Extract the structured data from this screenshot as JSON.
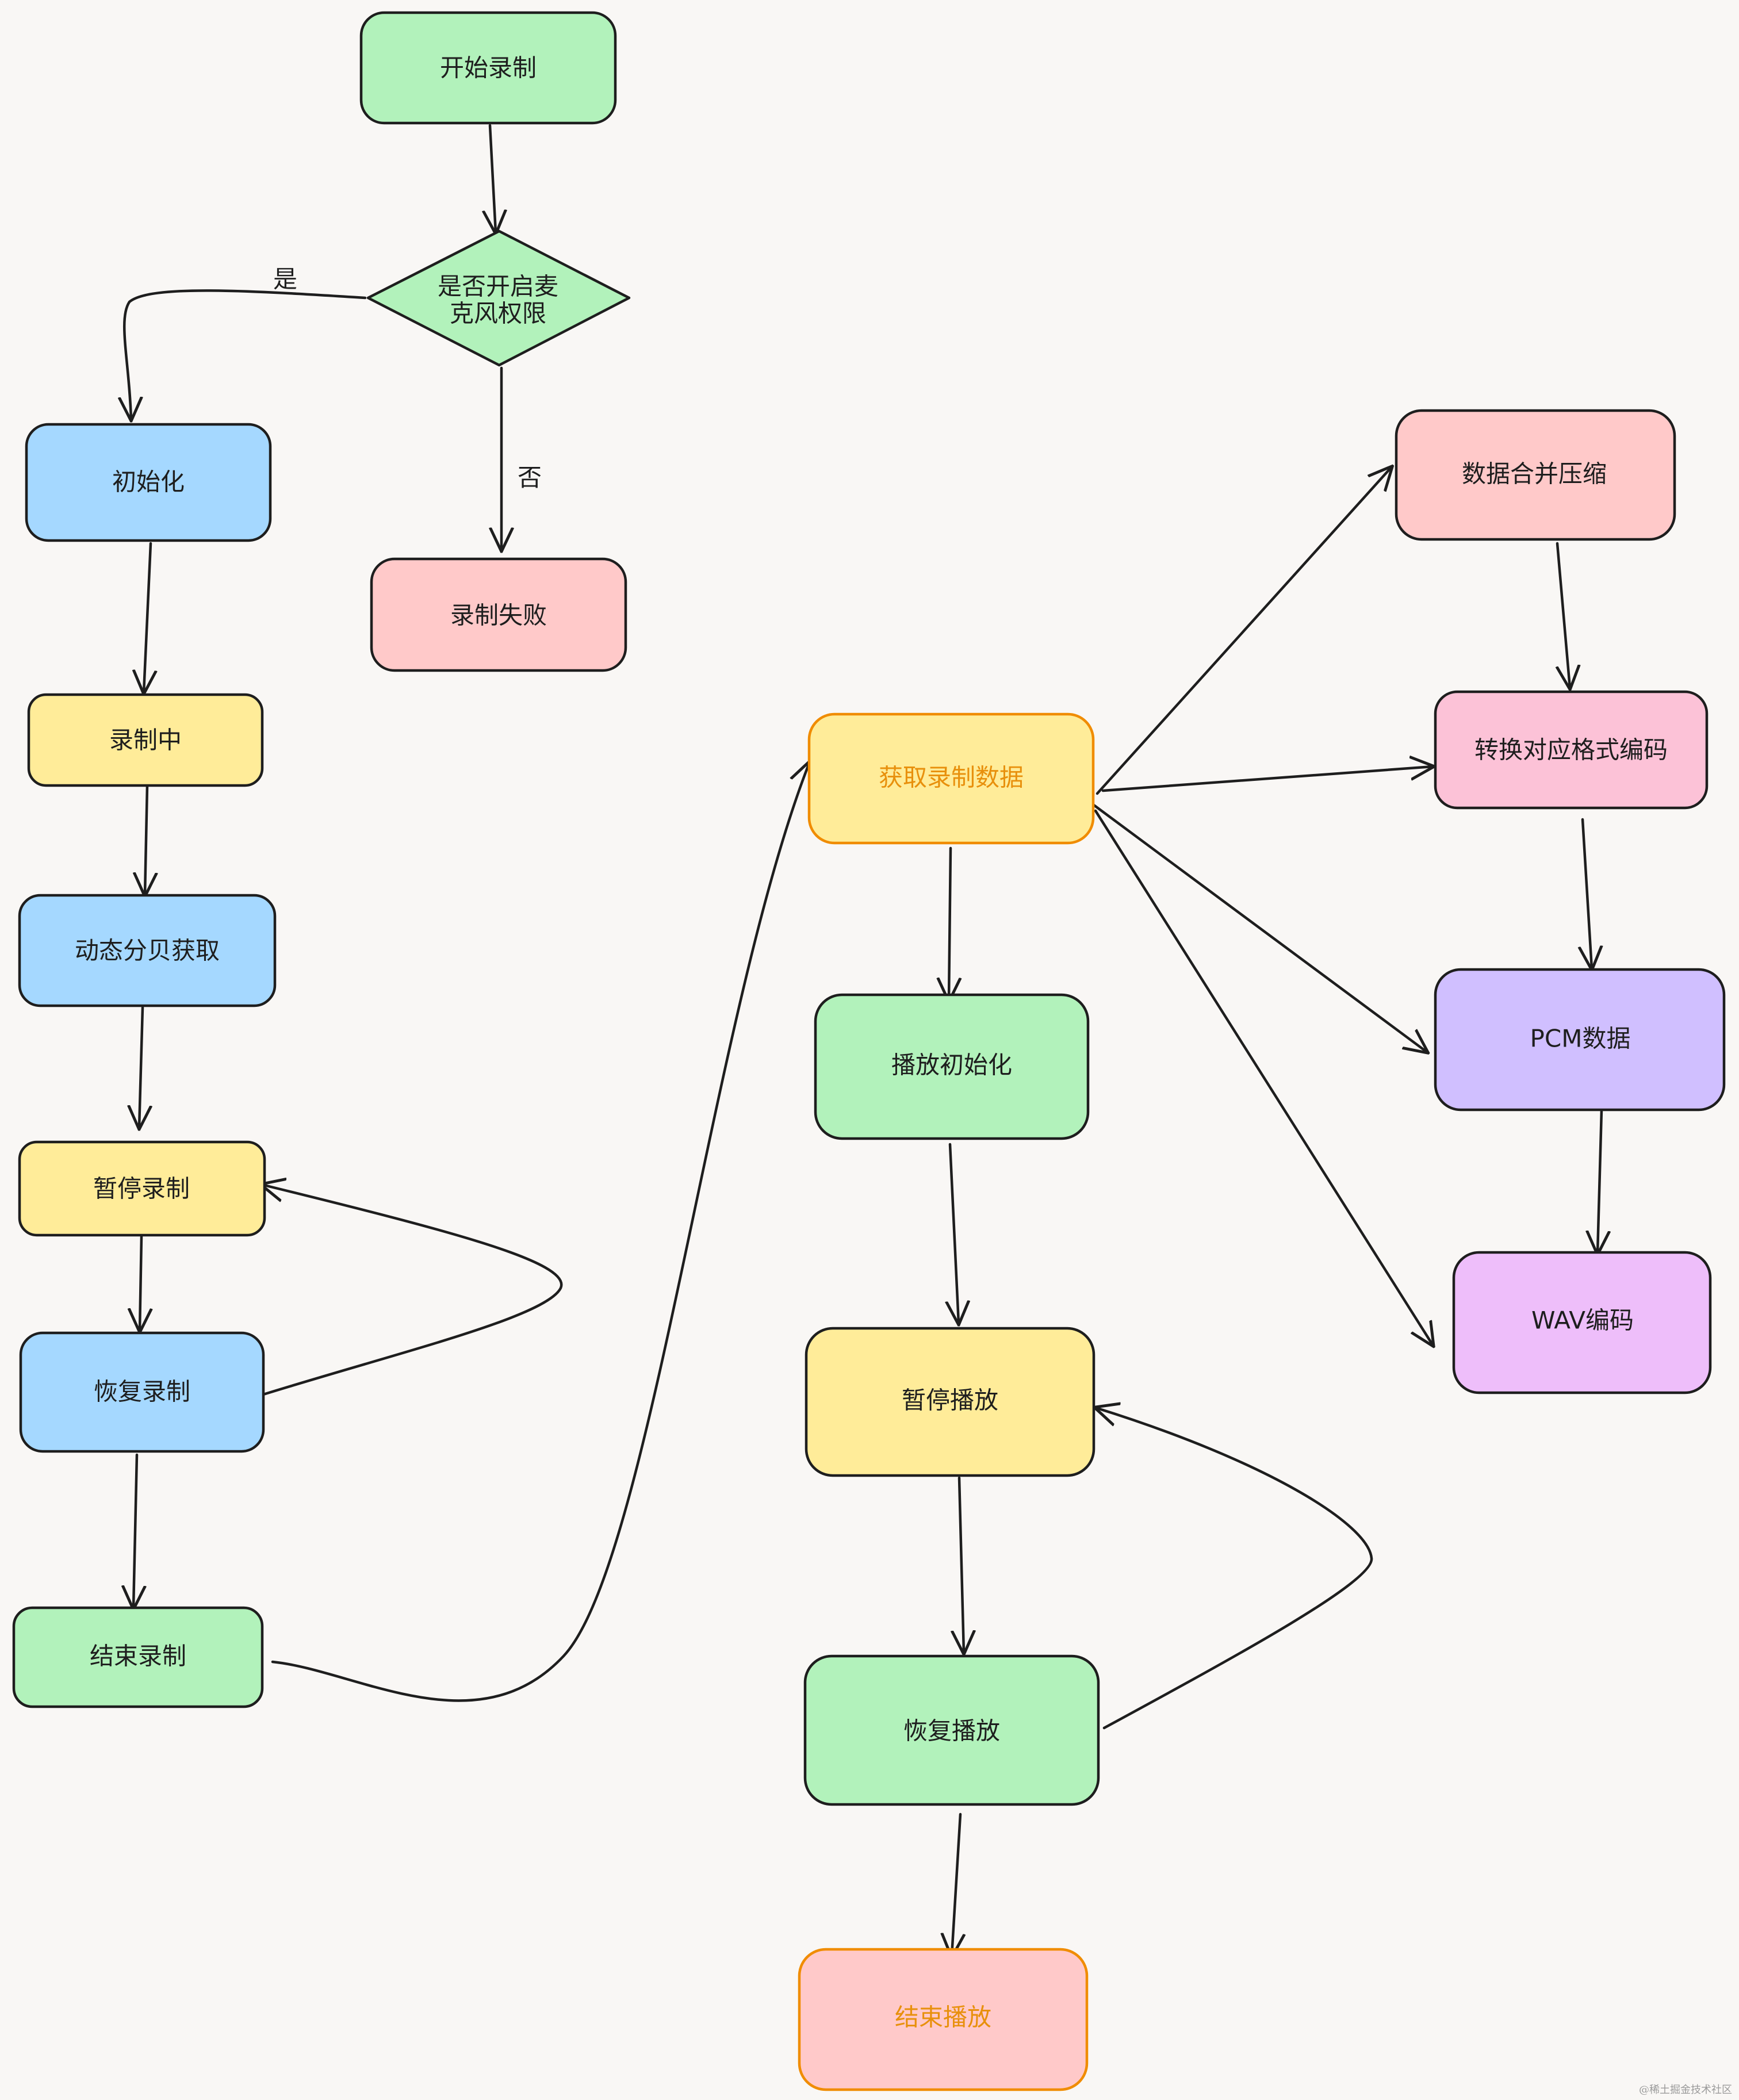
{
  "colors": {
    "green": "#b2f2bb",
    "blue": "#a5d8ff",
    "yellow": "#ffec99",
    "red": "#ffc9c9",
    "pink": "#fcc2d7",
    "purple": "#d0bfff",
    "violet": "#eebefa",
    "orange_text": "#e8900c",
    "stroke": "#1e1e1e",
    "orange_stroke": "#f08c00"
  },
  "nodes": {
    "start_recording": "开始录制",
    "mic_permission_1": "是否开启麦",
    "mic_permission_2": "克风权限",
    "init": "初始化",
    "recording_failed": "录制失败",
    "recording": "录制中",
    "dynamic_db": "动态分贝获取",
    "pause_recording": "暂停录制",
    "resume_recording": "恢复录制",
    "end_recording": "结束录制",
    "get_recording_data": "获取录制数据",
    "play_init": "播放初始化",
    "pause_playback": "暂停播放",
    "resume_playback": "恢复播放",
    "end_playback": "结束播放",
    "data_merge": "数据合并压缩",
    "convert_encoding": "转换对应格式编码",
    "pcm_data": "PCM数据",
    "wav_encoding": "WAV编码"
  },
  "edge_labels": {
    "yes": "是",
    "no": "否"
  },
  "watermark": "@稀土掘金技术社区"
}
